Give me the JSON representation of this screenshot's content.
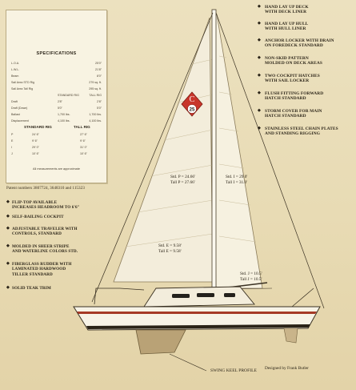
{
  "colors": {
    "paper": "#ece1bf",
    "sail": "#f5f0df",
    "hull": "#f7f3e6",
    "stripe": "#a63a26",
    "logo_red": "#c8362b",
    "keel": "#b9a276"
  },
  "specifications": {
    "title": "SPECIFICATIONS",
    "rows": [
      {
        "label": "L.O.A.",
        "value": "25'0\""
      },
      {
        "label": "L.W.L.",
        "value": "21'8\""
      },
      {
        "label": "Beam",
        "value": "8'0\""
      },
      {
        "label": "Sail Area STD Rig",
        "value": "279 sq. ft."
      },
      {
        "label": "Sail Area Tall Rig",
        "value": "295 sq. ft."
      },
      {
        "label": "",
        "mid": "STANDARD RIG",
        "value": "TALL RIG"
      },
      {
        "label": "Draft",
        "mid": "2'8\"",
        "value": "2'8\""
      },
      {
        "label": "Draft (Down)",
        "mid": "5'0\"",
        "value": "5'0\""
      },
      {
        "label": "Ballast",
        "mid": "1,700 lbs.",
        "value": "1,700 lbs."
      },
      {
        "label": "Displacement",
        "mid": "4,100 lbs.",
        "value": "4,100 lbs."
      }
    ],
    "rig_headers": {
      "standard": "STANDARD RIG",
      "tall": "TALL RIG"
    },
    "rig_rows": [
      {
        "key": "P",
        "standard": "24' 6\"",
        "tall": "27' 6\""
      },
      {
        "key": "E",
        "standard": "9' 6\"",
        "tall": "9' 6\""
      },
      {
        "key": "I",
        "standard": "29' 0\"",
        "tall": "31' 0\""
      },
      {
        "key": "J",
        "standard": "10' 6\"",
        "tall": "10' 6\""
      }
    ],
    "footnote": "All measurements are approximate"
  },
  "patent_text": "Patent numbers 3807724, 3648310 and 115323",
  "left_features": [
    "FLIP-TOP AVAILABLE\nINCREASES HEADROOM TO 6'6\"",
    "SELF-BAILING COCKPIT",
    "ADJUSTABLE TRAVELER WITH\nCONTROLS, STANDARD",
    "MOLDED IN SHEER STRIPE\nAND WATERLINE COLORS STD.",
    "FIBERGLASS RUDDER WITH\nLAMINATED HARDWOOD\nTILLER STANDARD",
    "SOLID TEAK TRIM"
  ],
  "right_features": [
    "HAND LAY UP DECK\nWITH DECK LINER",
    "HAND LAY UP HULL\nWITH HULL LINER",
    "ANCHOR LOCKER WITH DRAIN\nON FOREDECK STANDARD",
    "NON-SKID PATTERN\nMOLDED ON DECK AREAS",
    "TWO COCKPIT HATCHES\nWITH SAIL LOCKER",
    "FLUSH FITTING FORWARD\nHATCH STANDARD",
    "STORM COVER FOR MAIN\nHATCH STANDARD",
    "STAINLESS STEEL CHAIN PLATES\nAND STANDING RIGGING"
  ],
  "dimensions": {
    "std_p": "Std. P  =  24.66'",
    "tall_p": "Tall P  =  27.66'",
    "std_i": "Std. I   =   29.0'",
    "tall_i": "Tall I   =   31.0'",
    "std_e": "Std. E   =   9.58'",
    "tall_e": "Tall E   =   9.58'",
    "std_j": "Std. J   =   10.5'",
    "tall_j": "Tall J   =   10.5'"
  },
  "logo_letter": "C",
  "logo_number": "25",
  "designer_credit": "Designed by Frank Butler",
  "keel_label": "SWING KEEL PROFILE"
}
